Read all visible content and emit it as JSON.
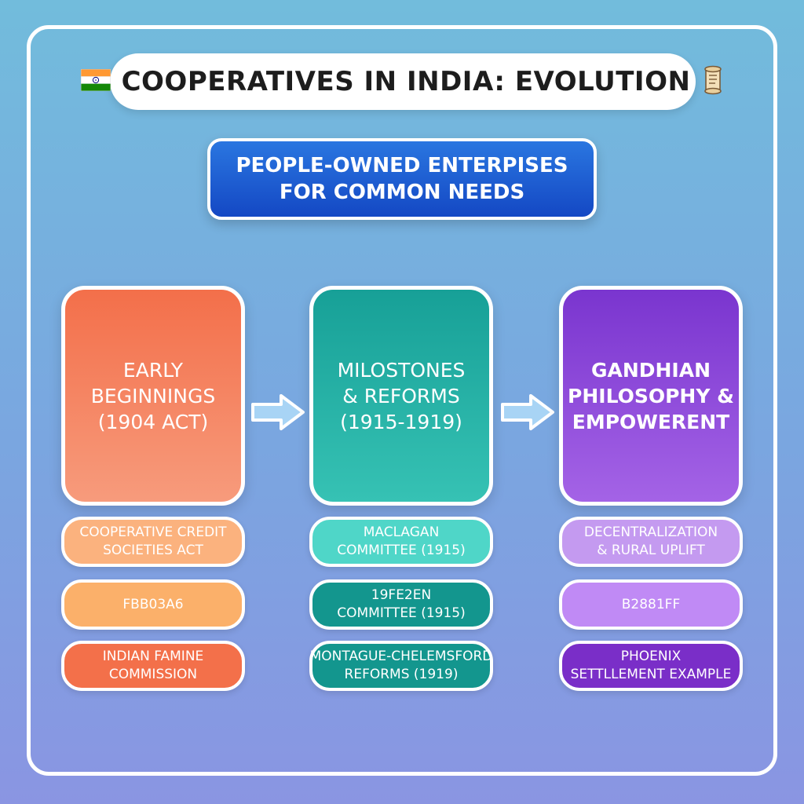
{
  "title": {
    "text": "COOPERATIVES IN INDIA: EVOLUTION",
    "left_icon": "india-flag-icon",
    "right_icon": "scroll-icon"
  },
  "subtitle": {
    "line1": "PEOPLE-OWNED ENTERPISES",
    "line2": "FOR COMMON NEEDS"
  },
  "stages": [
    {
      "lines": [
        "EARLY",
        "BEGINNINGS",
        "(1904 ACT)"
      ],
      "color": "#f36f4a",
      "items": [
        [
          "COOPERATIVE CREDIT",
          "SOCIETIES ACT"
        ],
        [
          "FBB03A6"
        ],
        [
          "INDIAN FAMINE",
          "COMMISSION"
        ]
      ]
    },
    {
      "lines": [
        "MILOSTONES",
        "& REFORMS",
        "(1915-1919)"
      ],
      "color": "#17a097",
      "items": [
        [
          "MACLAGAN",
          "COMMITTEE (1915)"
        ],
        [
          "19FE2EN",
          "COMMITTEE (1915)"
        ],
        [
          "MONTAGUE-CHELEMSFORD",
          "REFORMS (1919)"
        ]
      ]
    },
    {
      "lines": [
        "GANDHIAN",
        "PHILOSOPHY &",
        "EMPOWERENT"
      ],
      "color": "#7a35cf",
      "items": [
        [
          "DECENTRALIZATION",
          "& RURAL UPLIFT"
        ],
        [
          "B2881FF"
        ],
        [
          "PHOENIX",
          "SETTLLEMENT EXAMPLE"
        ]
      ]
    }
  ]
}
